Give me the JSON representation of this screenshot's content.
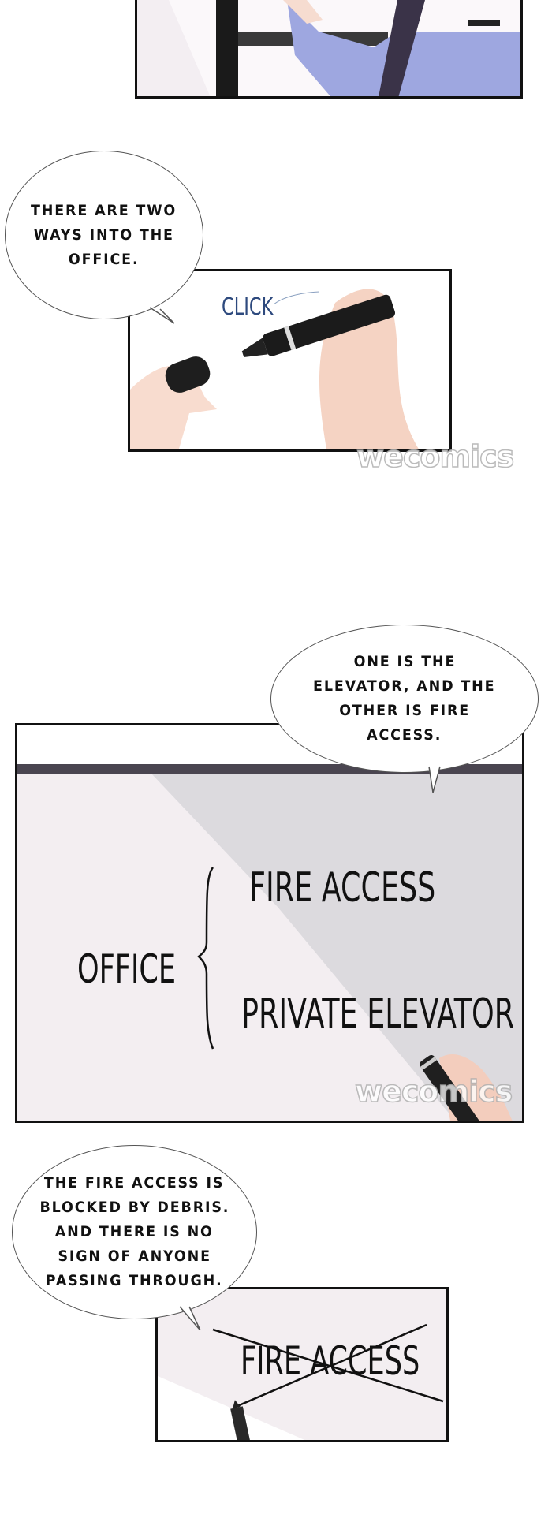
{
  "panels": {
    "panel2": {
      "sfx": "CLICK",
      "watermark": "wecomics"
    },
    "panel3": {
      "board": {
        "left": "OFFICE",
        "options": [
          "FIRE ACCESS",
          "PRIVATE ELEVATOR"
        ]
      },
      "watermark": "wecomics"
    },
    "panel4": {
      "board": {
        "crossed_out": "FIRE ACCESS"
      }
    }
  },
  "bubbles": [
    {
      "lines": [
        "THERE ARE TWO",
        "WAYS INTO THE",
        "OFFICE."
      ]
    },
    {
      "lines": [
        "ONE IS THE",
        "ELEVATOR, AND THE",
        "OTHER IS FIRE",
        "ACCESS."
      ]
    },
    {
      "lines": [
        "THE FIRE ACCESS IS",
        "BLOCKED BY DEBRIS.",
        "AND THERE IS NO",
        "SIGN OF ANYONE",
        "PASSING THROUGH."
      ]
    }
  ],
  "colors": {
    "sfx": "#2e4a7e",
    "shirt": "#9ea7e0",
    "board": "#f3eef1",
    "shadow": "#d7d6da"
  }
}
